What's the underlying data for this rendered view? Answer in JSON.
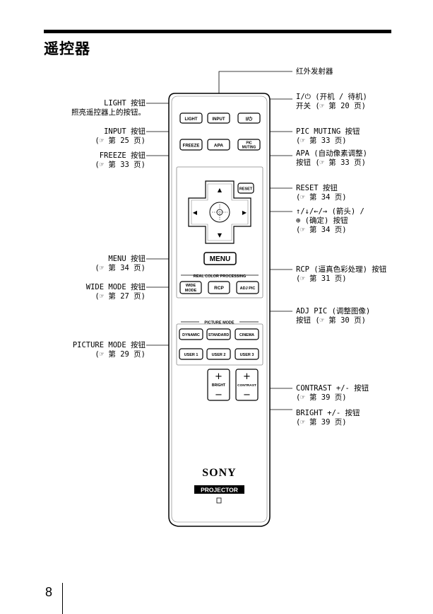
{
  "page": {
    "title": "遥控器",
    "number": "8"
  },
  "remote": {
    "buttons": {
      "light": "LIGHT",
      "input": "INPUT",
      "power": "I/⏻",
      "freeze": "FREEZE",
      "apa": "APA",
      "pic_muting_1": "PIC",
      "pic_muting_2": "MUTING",
      "reset": "RESET",
      "menu": "MENU",
      "real_color_processing": "REAL COLOR PROCESSING",
      "wide_mode_1": "WIDE",
      "wide_mode_2": "MODE",
      "rcp": "RCP",
      "adj_pic": "ADJ PIC",
      "picture_mode": "PICTURE MODE",
      "dynamic": "DYNAMIC",
      "standard": "STANDARD",
      "cinema": "CINEMA",
      "user1": "USER 1",
      "user2": "USER 2",
      "user3": "USER 3",
      "bright": "BRIGHT",
      "contrast": "CONTRAST",
      "plus": "+",
      "minus": "−"
    },
    "brand": "SONY",
    "model_badge": "PROJECTOR"
  },
  "annotations_left": {
    "light_1": "LIGHT 按钮",
    "light_2": "照亮遥控器上的按钮。",
    "input_1": "INPUT 按钮",
    "input_2": "(☞ 第 25 页)",
    "freeze_1": "FREEZE 按钮",
    "freeze_2": "(☞ 第 33 页)",
    "menu_1": "MENU 按钮",
    "menu_2": "(☞ 第 34 页)",
    "wide_1": "WIDE MODE 按钮",
    "wide_2": "(☞ 第 27 页)",
    "picmode_1": "PICTURE MODE 按钮",
    "picmode_2": "(☞ 第 29 页)"
  },
  "annotations_right": {
    "ir_1": "红外发射器",
    "power_1": "I/⏻ (开机 / 待机)",
    "power_2": "开关 (☞ 第 20 页)",
    "picmuting_1": "PIC MUTING 按钮",
    "picmuting_2": "(☞ 第 33 页)",
    "apa_1": "APA (自动像素调整)",
    "apa_2": "按钮 (☞ 第 33 页)",
    "reset_1": "RESET 按钮",
    "reset_2": "(☞ 第 34 页)",
    "arrows_1": "↑/↓/←/→ (箭头) /",
    "arrows_2": "⊕ (确定) 按钮",
    "arrows_3": "(☞ 第 34 页)",
    "rcp_1": "RCP (逼真色彩处理) 按钮",
    "rcp_2": "(☞ 第 31 页)",
    "adjpic_1": "ADJ PIC (调整图像)",
    "adjpic_2": "按钮 (☞ 第 30 页)",
    "contrast_1": "CONTRAST +/- 按钮",
    "contrast_2": "(☞ 第 39 页)",
    "bright_1": "BRIGHT +/- 按钮",
    "bright_2": "(☞ 第 39 页)"
  }
}
